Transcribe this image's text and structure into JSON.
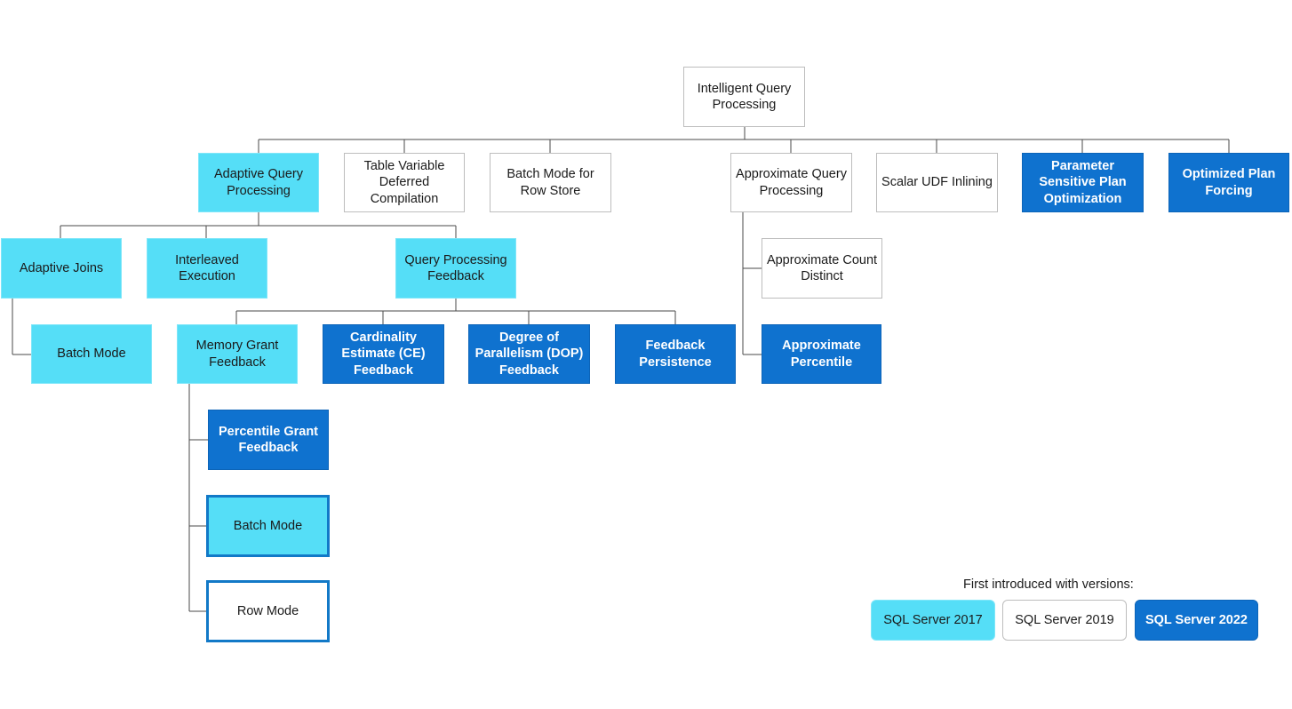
{
  "root": "Intelligent Query Processing",
  "level1": {
    "adaptive": "Adaptive Query Processing",
    "tvdc": "Table Variable Deferred Compilation",
    "batch_rowstore": "Batch Mode for Row Store",
    "approx": "Approximate Query Processing",
    "scalar_udf": "Scalar UDF Inlining",
    "psp": "Parameter Sensitive Plan Optimization",
    "opf": "Optimized Plan Forcing"
  },
  "adaptive_children": {
    "joins": "Adaptive Joins",
    "interleaved": "Interleaved Execution",
    "qp_feedback": "Query Processing Feedback"
  },
  "joins_children": {
    "batch_mode": "Batch Mode"
  },
  "feedback_children": {
    "memory_grant": "Memory Grant Feedback",
    "ce_feedback": "Cardinality Estimate (CE) Feedback",
    "dop_feedback": "Degree of Parallelism (DOP) Feedback",
    "persistence": "Feedback Persistence"
  },
  "memory_grant_children": {
    "percentile": "Percentile Grant Feedback",
    "batch_mode": "Batch Mode",
    "row_mode": "Row Mode"
  },
  "approx_children": {
    "count_distinct": "Approximate Count Distinct",
    "percentile": "Approximate Percentile"
  },
  "legend": {
    "title": "First introduced with versions:",
    "items": [
      "SQL Server 2017",
      "SQL Server 2019",
      "SQL Server 2022"
    ]
  },
  "colors": {
    "sql2017": "#55def7",
    "sql2019": "#ffffff",
    "sql2022": "#0f72cf",
    "highlight_border": "#1279c7",
    "connector": "#4a4a4a"
  }
}
